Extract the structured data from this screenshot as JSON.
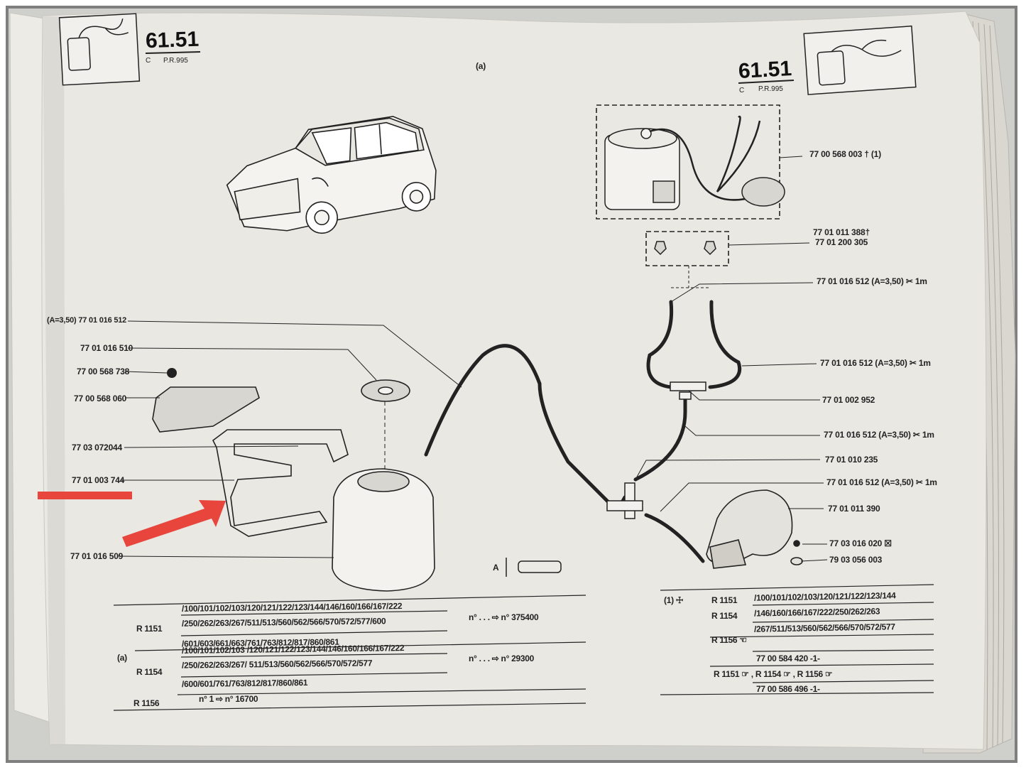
{
  "page": {
    "code_left": "61.51",
    "sub_left_c": "C",
    "sub_left_pr": "P.R.995",
    "code_right": "61.51",
    "sub_right_c": "C",
    "sub_right_pr": "P.R.995",
    "variant_mark": "(a)"
  },
  "left_labels": [
    "(A=3,50) 77 01 016 512",
    "77 01 016 510",
    "77 00 568 738",
    "77 00 568 060",
    "77 03 072044",
    "77 01 003 744",
    "77 01 016 509"
  ],
  "right_labels": [
    "77 00 568 003 † (1)",
    "77 01 011 388†",
    "77 01 200 305",
    "77 01 016 512 (A=3,50) ✂ 1m",
    "77 01 016 512 (A=3,50) ✂ 1m",
    "77 01 002 952",
    "77 01 016 512 (A=3,50) ✂ 1m",
    "77 01 010 235",
    "77 01 016 512 (A=3,50) ✂ 1m",
    "77 01 011 390",
    "77 03 016 020 ☒",
    "79 03 056 003"
  ],
  "tube_mark": "A",
  "left_table": {
    "r1151": "R 1151",
    "r1151_line1": "/100/101/102/103/120/121/122/123/144/146/160/166/167/222",
    "r1151_line2": "/250/262/263/267/511/513/560/562/566/570/572/577/600",
    "r1151_line3": "/601/603/661/663/761/763/812/817/860/861",
    "r1151_serial": "n° . . . ⇨ n° 375400",
    "variant": "(a)",
    "r1154": "R 1154",
    "r1154_line1": "/100/101/102/103 /120/121/122/123/144/146/160/166/167/222",
    "r1154_line2": "/250/262/263/267/ 511/513/560/562/566/570/572/577",
    "r1154_line3": "/600/601/761/763/812/817/860/861",
    "r1154_serial": "n° . . . ⇨ n° 29300",
    "r1156": "R 1156",
    "r1156_serial": "n°    1 ⇨ n° 16700"
  },
  "right_table": {
    "note": "(1) ☩",
    "r1151": "R 1151",
    "r1151_line": "/100/101/102/103/120/121/122/123/144",
    "r1154": "R 1154",
    "r1154_line1": "/146/160/166/167/222/250/262/263",
    "r1154_line2": "/267/511/513/560/562/566/570/572/577",
    "r1156": "R 1156 ☜",
    "ref1": "77 00 584 420 -1-",
    "combined": "R 1151 ☞ , R 1154 ☞ , R 1156 ☞",
    "ref2": "77 00 586 496 -1-"
  },
  "colors": {
    "paper": "#e9e8e3",
    "ink": "#222222",
    "annotation_red": "#e8453c"
  }
}
